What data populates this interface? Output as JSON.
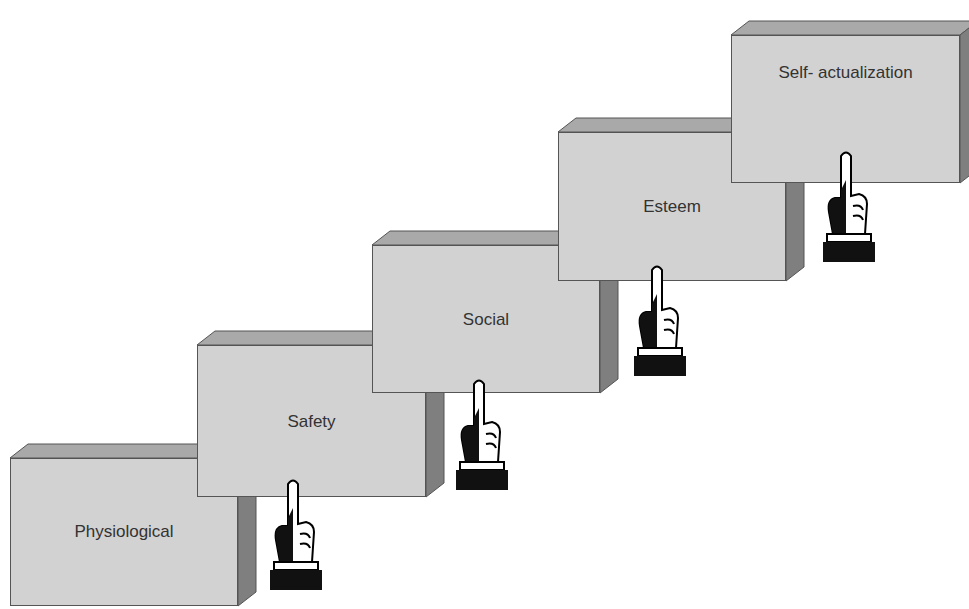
{
  "diagram": {
    "nodes": [
      {
        "text": [
          "Physiological"
        ]
      },
      {
        "text": [
          "Safety"
        ]
      },
      {
        "text": [
          "Social"
        ]
      },
      {
        "text": [
          "Esteem"
        ]
      },
      {
        "text": [
          "Self- actualization"
        ]
      }
    ]
  }
}
